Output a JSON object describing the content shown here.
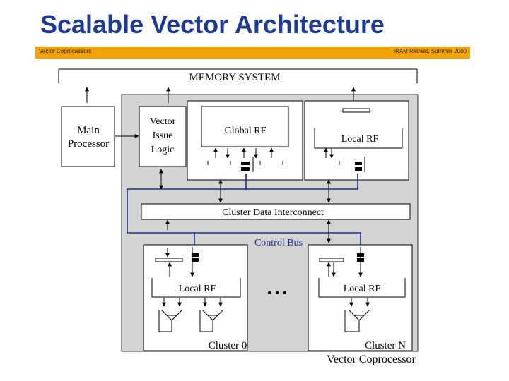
{
  "slide": {
    "title": "Scalable Vector Architecture",
    "header_left": "Vector Coprocessors",
    "header_right": "IRAM Retreat, Summer 2000"
  },
  "diagram": {
    "memory_system": "MEMORY SYSTEM",
    "main_processor": [
      "Main",
      "Processor"
    ],
    "vector_issue_logic": [
      "Vector",
      "Issue",
      "Logic"
    ],
    "global_rf": "Global RF",
    "local_rf": "Local RF",
    "cluster_data_interconnect": "Cluster Data Interconnect",
    "control_bus": "Control Bus",
    "cluster_local_rf_0": "Local RF",
    "cluster_local_rf_n": "Local RF",
    "ellipsis": "• • •",
    "cluster_0": "Cluster 0",
    "cluster_n": "Cluster N",
    "vector_coprocessor": "Vector Coprocessor",
    "colors": {
      "title": "#1f3a93",
      "header_bar": "#f5a300",
      "coprocessor_fill": "#d3d3d3",
      "control_bus": "#1b2f8f"
    }
  }
}
